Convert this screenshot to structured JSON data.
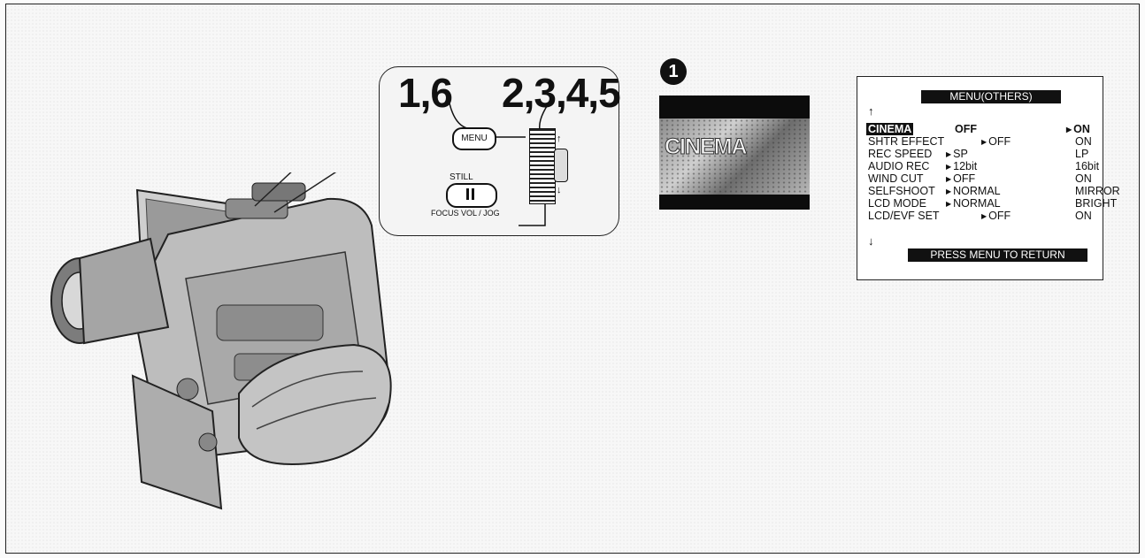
{
  "callout": {
    "label_left": "1,6",
    "label_right": "2,3,4,5",
    "menu_button": "MENU",
    "still_label": "STILL",
    "focus_vol_jog": "FOCUS  VOL / JOG"
  },
  "step_marker": "1",
  "preview": {
    "overlay_text": "CINEMA"
  },
  "menu": {
    "title": "MENU(OTHERS)",
    "up_arrow": "↑",
    "down_arrow": "↓",
    "rows": [
      {
        "label": "CINEMA",
        "val1": "OFF",
        "val2": "ON",
        "selected": "val2",
        "highlight": true
      },
      {
        "label": "SHTR EFFECT",
        "val1": "OFF",
        "val2": "ON",
        "selected": "val1",
        "highlight": false
      },
      {
        "label": "REC SPEED",
        "val1": "SP",
        "val2": "LP",
        "selected": "val1",
        "highlight": false
      },
      {
        "label": "AUDIO REC",
        "val1": "12bit",
        "val2": "16bit",
        "selected": "val1",
        "highlight": false
      },
      {
        "label": "WIND CUT",
        "val1": "OFF",
        "val2": "ON",
        "selected": "val1",
        "highlight": false
      },
      {
        "label": "SELFSHOOT",
        "val1": "NORMAL",
        "val2": "MIRROR",
        "selected": "val1",
        "highlight": false
      },
      {
        "label": "LCD MODE",
        "val1": "NORMAL",
        "val2": "BRIGHT",
        "selected": "val1",
        "highlight": false
      },
      {
        "label": "LCD/EVF SET",
        "val1": "OFF",
        "val2": "ON",
        "selected": "val1",
        "highlight": false
      }
    ],
    "footer": "PRESS MENU TO RETURN"
  }
}
